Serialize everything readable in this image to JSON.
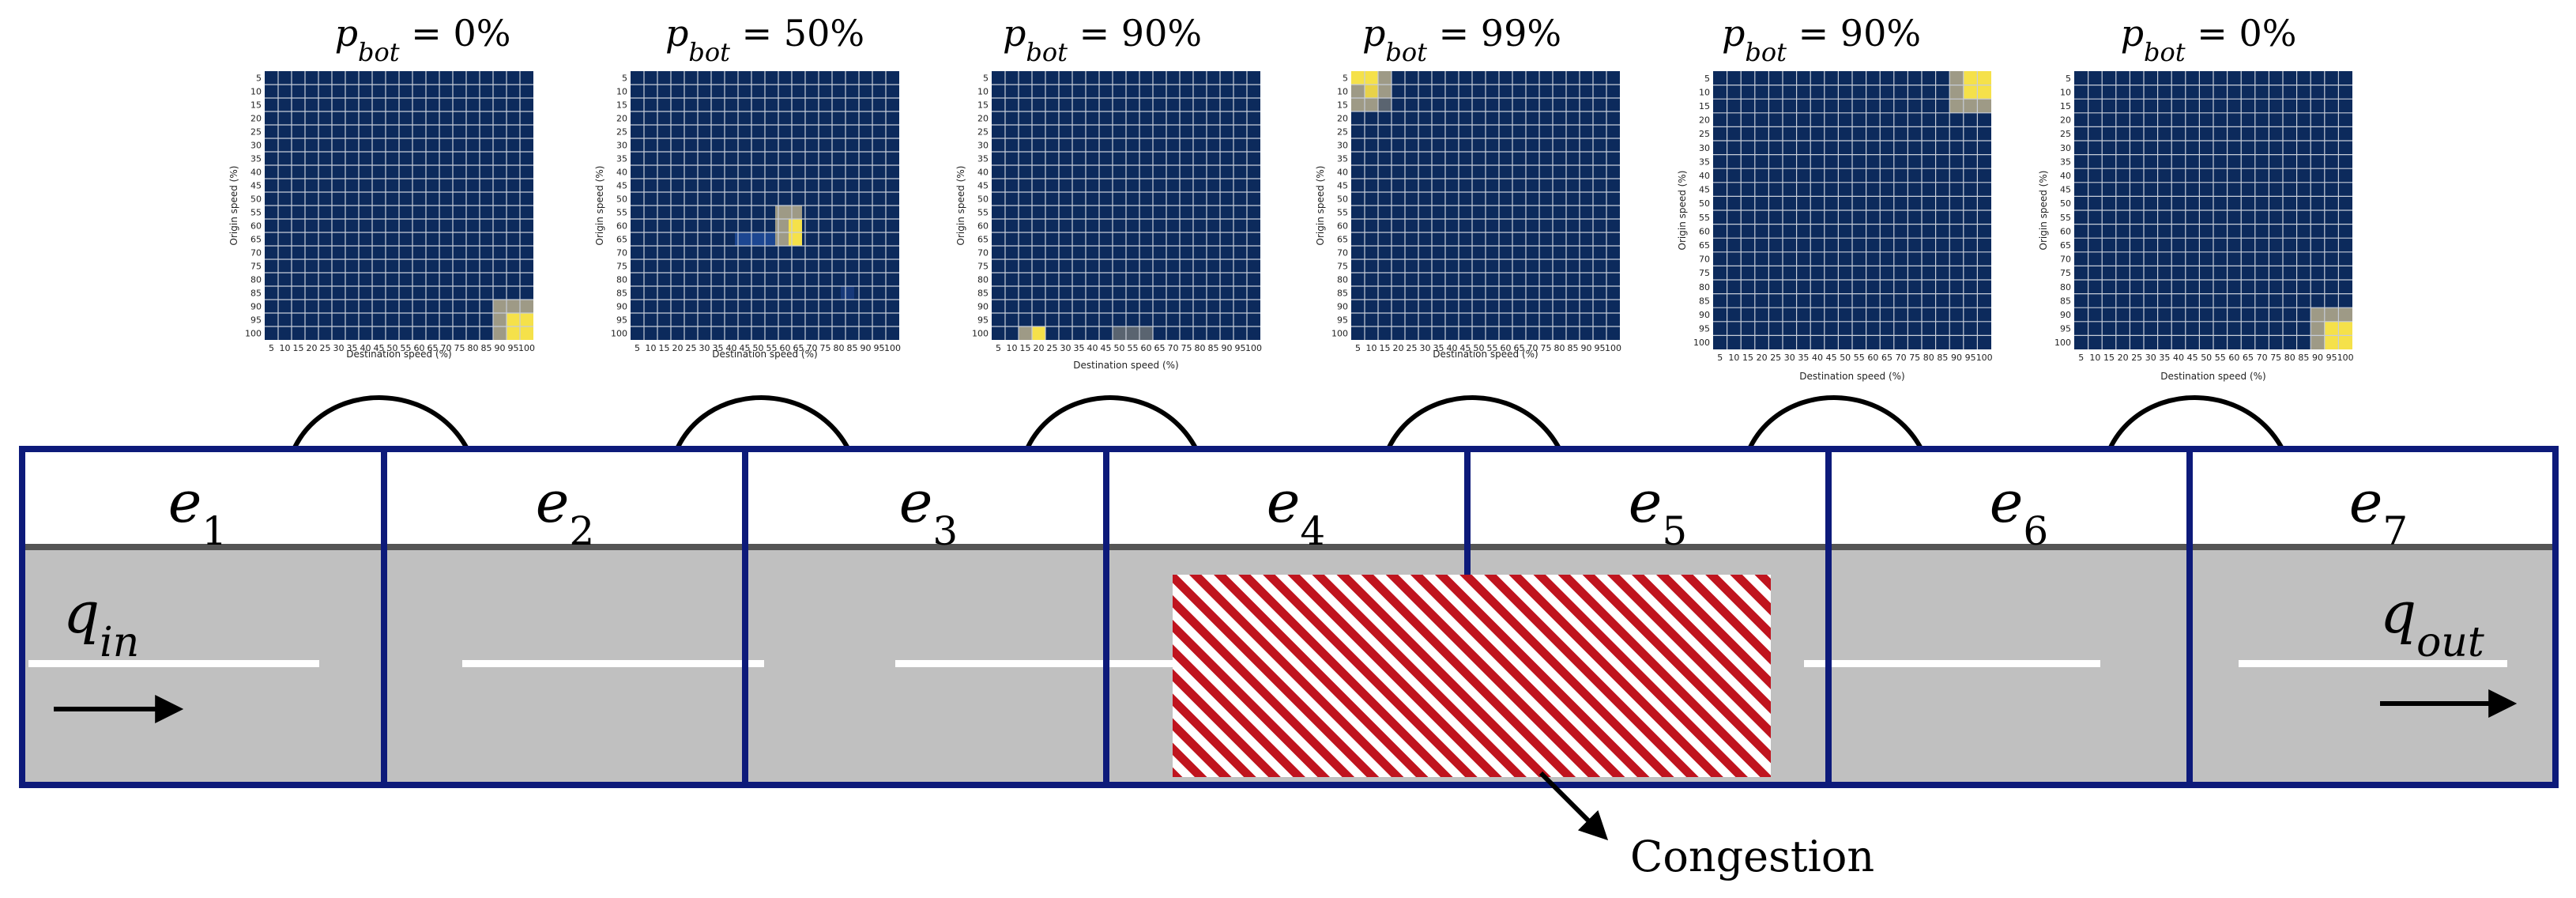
{
  "panels": [
    {
      "sym": "p",
      "sub": "bot",
      "rel": " = ",
      "value": "0%"
    },
    {
      "sym": "p",
      "sub": "bot",
      "rel": " = ",
      "value": "50%"
    },
    {
      "sym": "p",
      "sub": "bot",
      "rel": " = ",
      "value": "90%"
    },
    {
      "sym": "p",
      "sub": "bot",
      "rel": " = ",
      "value": "99%"
    },
    {
      "sym": "p",
      "sub": "bot",
      "rel": " = ",
      "value": "90%"
    },
    {
      "sym": "p",
      "sub": "bot",
      "rel": " = ",
      "value": "0%"
    }
  ],
  "heatmap": {
    "xlabel": "Destination speed (%)",
    "ylabel": "Origin speed (%)",
    "ticks": [
      "5",
      "10",
      "15",
      "20",
      "25",
      "30",
      "35",
      "40",
      "45",
      "50",
      "55",
      "60",
      "65",
      "70",
      "75",
      "80",
      "85",
      "90",
      "95",
      "100"
    ],
    "colors": {
      "background": "#0c2a5c",
      "hot": "#f5e14a",
      "warm": "#9e9a86",
      "grid": "#c7cdd8"
    }
  },
  "edges": [
    {
      "sym": "e",
      "sub": "1"
    },
    {
      "sym": "e",
      "sub": "2"
    },
    {
      "sym": "e",
      "sub": "3"
    },
    {
      "sym": "e",
      "sub": "4"
    },
    {
      "sym": "e",
      "sub": "5"
    },
    {
      "sym": "e",
      "sub": "6"
    },
    {
      "sym": "e",
      "sub": "7"
    }
  ],
  "flow_in": {
    "sym": "q",
    "sub": "in"
  },
  "flow_out": {
    "sym": "q",
    "sub": "out"
  },
  "congestion_label": "Congestion",
  "colors": {
    "road": "#c0c0c0",
    "border": "#0d1a7a",
    "divider": "#555555",
    "hatch": "#c0141e",
    "lane": "#ffffff"
  }
}
